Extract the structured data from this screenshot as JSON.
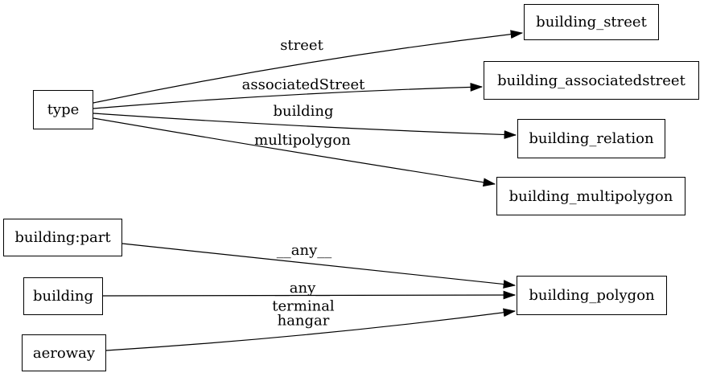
{
  "diagram": {
    "type": "directed-graph",
    "background_color": "#ffffff",
    "stroke_color": "#000000",
    "text_color": "#000000",
    "nodes": [
      {
        "id": "type",
        "label": "type"
      },
      {
        "id": "building_street",
        "label": "building_street"
      },
      {
        "id": "building_associatedstreet",
        "label": "building_associatedstreet"
      },
      {
        "id": "building_relation",
        "label": "building_relation"
      },
      {
        "id": "building_multipolygon",
        "label": "building_multipolygon"
      },
      {
        "id": "building:part",
        "label": "building:part"
      },
      {
        "id": "building",
        "label": "building"
      },
      {
        "id": "aeroway",
        "label": "aeroway"
      },
      {
        "id": "building_polygon",
        "label": "building_polygon"
      }
    ],
    "edges": [
      {
        "from": "type",
        "to": "building_street",
        "label": "street"
      },
      {
        "from": "type",
        "to": "building_associatedstreet",
        "label": "associatedStreet"
      },
      {
        "from": "type",
        "to": "building_relation",
        "label": "building"
      },
      {
        "from": "type",
        "to": "building_multipolygon",
        "label": "multipolygon"
      },
      {
        "from": "building:part",
        "to": "building_polygon",
        "label": "__any__"
      },
      {
        "from": "building",
        "to": "building_polygon",
        "label": "__any__"
      },
      {
        "from": "aeroway",
        "to": "building_polygon",
        "label": "terminal\nhangar"
      }
    ]
  }
}
